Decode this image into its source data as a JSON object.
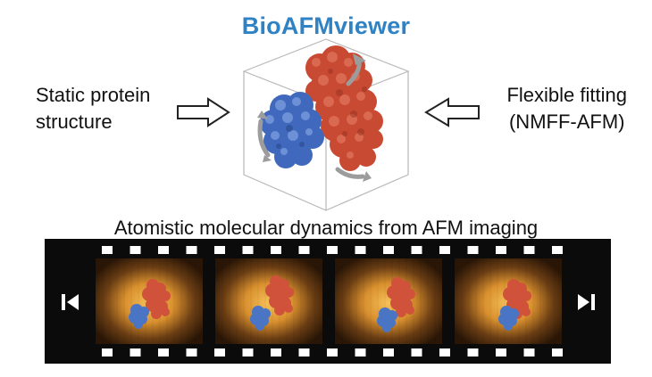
{
  "header": {
    "title": "BioAFMviewer"
  },
  "inputs": {
    "left_line1": "Static protein",
    "left_line2": "structure",
    "right_line1": "Flexible fitting",
    "right_line2": "(NMFF-AFM)"
  },
  "filmstrip": {
    "caption": "Atomistic molecular dynamics from AFM imaging",
    "frame_count": 4,
    "controls": {
      "previous": "skip-back-icon",
      "next": "skip-forward-icon"
    }
  },
  "colors": {
    "title": "#2f82c4",
    "protein_red": "#d0523a",
    "protein_blue": "#4a74c4",
    "film": "#0b0b0b",
    "afm_glow": "#e7a73c"
  }
}
